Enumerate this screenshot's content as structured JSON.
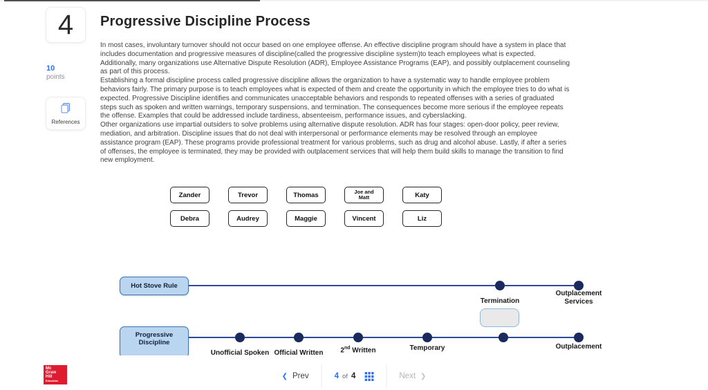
{
  "sidebar": {
    "question_number": "4",
    "points_value": "10",
    "points_label": "points",
    "references_label": "References"
  },
  "main": {
    "title": "Progressive Discipline Process",
    "p1": "In most cases, involuntary turnover should not occur based on one employee offense. An effective discipline program should have a system in place that includes documentation and progressive measures of discipline(called the progressive discipline system)to teach employees what is expected. Additionally, many organizations use Alternative Dispute Resolution (ADR), Employee Assistance Programs (EAP), and possibly outplacement counseling as part of this process.",
    "p2": "Establishing a formal discipline process called progressive discipline allows the organization to have a systematic way to handle employee problem behaviors fairly. The primary purpose is to teach employees what is expected of them and create the opportunity in which the employee tries to do what is expected. Progressive Discipline identifies and communicates unacceptable behaviors and responds to repeated offenses with a series of graduated steps such as spoken and written warnings, temporary suspensions, and termination. The consequences become more serious if the employee repeats the offense. Examples that could be addressed include tardiness, absenteeism, performance issues, and cyberslacking.",
    "p3": "Other organizations use impartial outsiders to solve problems using alternative dispute resolution.  ADR has four stages: open-door policy, peer review, mediation, and arbitration. Discipline issues that do not deal with interpersonal or performance elements may be resolved through an employee assistance program (EAP). These programs provide professional treatment for various problems, such as drug and alcohol abuse. Lastly, if after a series of offenses, the employee is terminated, they may be provided with outplacement services that will help them build skills to manage the transition to find new employment."
  },
  "name_tiles": [
    "Zander",
    "Trevor",
    "Thomas",
    "Joe and Matt",
    "Katy",
    "Debra",
    "Audrey",
    "Maggie",
    "Vincent",
    "Liz"
  ],
  "diagram": {
    "hot_stove": {
      "label": "Hot Stove Rule",
      "termination_label": "Termination",
      "outplacement_label": "Outplacement Services"
    },
    "progressive": {
      "label": "Progressive Discipline",
      "m1": "Unofficial Spoken",
      "m2": "Official Written",
      "m3_pre": "2",
      "m3_sup": "nd",
      "m3_post": " Written",
      "m4": "Temporary",
      "m6": "Outplacement"
    }
  },
  "footer": {
    "prev": "Prev",
    "current": "4",
    "of": "of",
    "total": "4",
    "next": "Next",
    "logo": {
      "l1": "Mc",
      "l2": "Graw",
      "l3": "Hill",
      "l4": "Education"
    }
  },
  "colors": {
    "accent_blue": "#2d6ff7",
    "timeline_navy": "#1b2a5e",
    "diagram_box_fill": "#b9d5ef",
    "diagram_box_border": "#3f74ad",
    "logo_red": "#e11b2f"
  }
}
